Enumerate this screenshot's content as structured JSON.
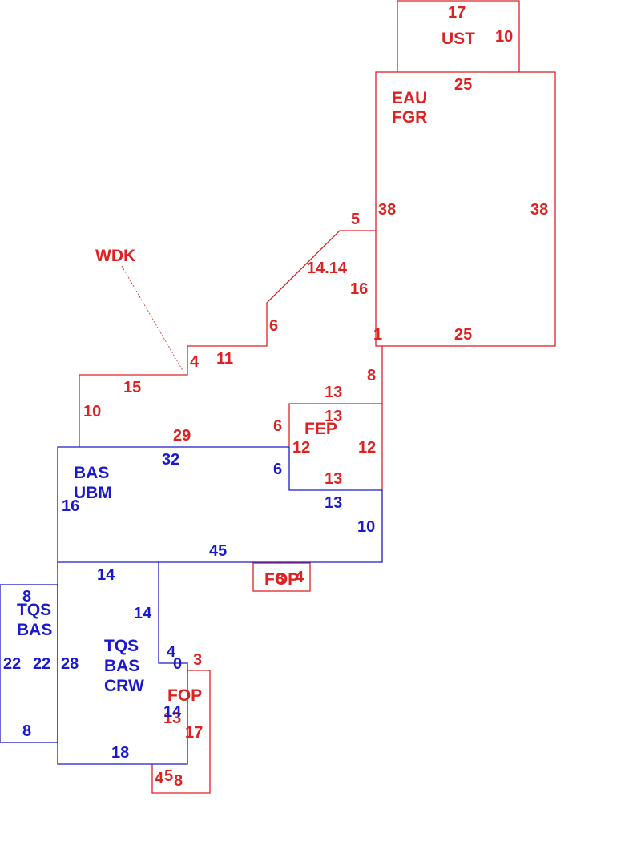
{
  "colors": {
    "red": "#dd2222",
    "blue": "#1a1acc"
  },
  "areas": {
    "ust": {
      "code": "UST"
    },
    "eau": {
      "code1": "EAU",
      "code2": "FGR"
    },
    "wdk": {
      "code": "WDK"
    },
    "fep": {
      "code": "FEP"
    },
    "bas_main": {
      "code1": "BAS",
      "code2": "UBM"
    },
    "fop_small": {
      "code": "FOP"
    },
    "tqs_left": {
      "code1": "TQS",
      "code2": "BAS"
    },
    "tqs_main": {
      "code1": "TQS",
      "code2": "BAS",
      "code3": "CRW"
    },
    "fop_bottom": {
      "code": "FOP"
    }
  },
  "dimensions": {
    "ust_top": "17",
    "ust_right": "10",
    "eau_top": "25",
    "eau_left": "38",
    "eau_right": "38",
    "eau_bottom": "25",
    "eau_small": "1",
    "deck_a": "5",
    "deck_diag": "14.14",
    "deck_b": "16",
    "deck_c": "6",
    "deck_d": "11",
    "deck_e": "4",
    "deck_f": "15",
    "deck_g": "10",
    "deck_h": "8",
    "deck_i": "29",
    "deck_j": "6",
    "fep_top": "13",
    "fep_top2": "13",
    "fep_left": "12",
    "fep_right": "12",
    "fep_bottom": "13",
    "bas_top": "32",
    "bas_a": "6",
    "bas_left": "16",
    "bas_b": "13",
    "bas_c": "10",
    "bas_bottom": "45",
    "fop_small_a": "8",
    "fop_small_b": "4",
    "tqs_left_top": "8",
    "tqs_left_l": "22",
    "tqs_left_r": "22",
    "tqs_left_bottom": "8",
    "tqs_top": "14",
    "tqs_a": "14",
    "tqs_b": "4",
    "tqs_c": "0",
    "tqs_left": "28",
    "tqs_d": "14",
    "tqs_bottom": "18",
    "fop_b_top": "3",
    "fop_b_a": "13",
    "fop_b_right": "17",
    "fop_b_bl": "4",
    "fop_b_bm": "5",
    "fop_b_br": "8"
  }
}
